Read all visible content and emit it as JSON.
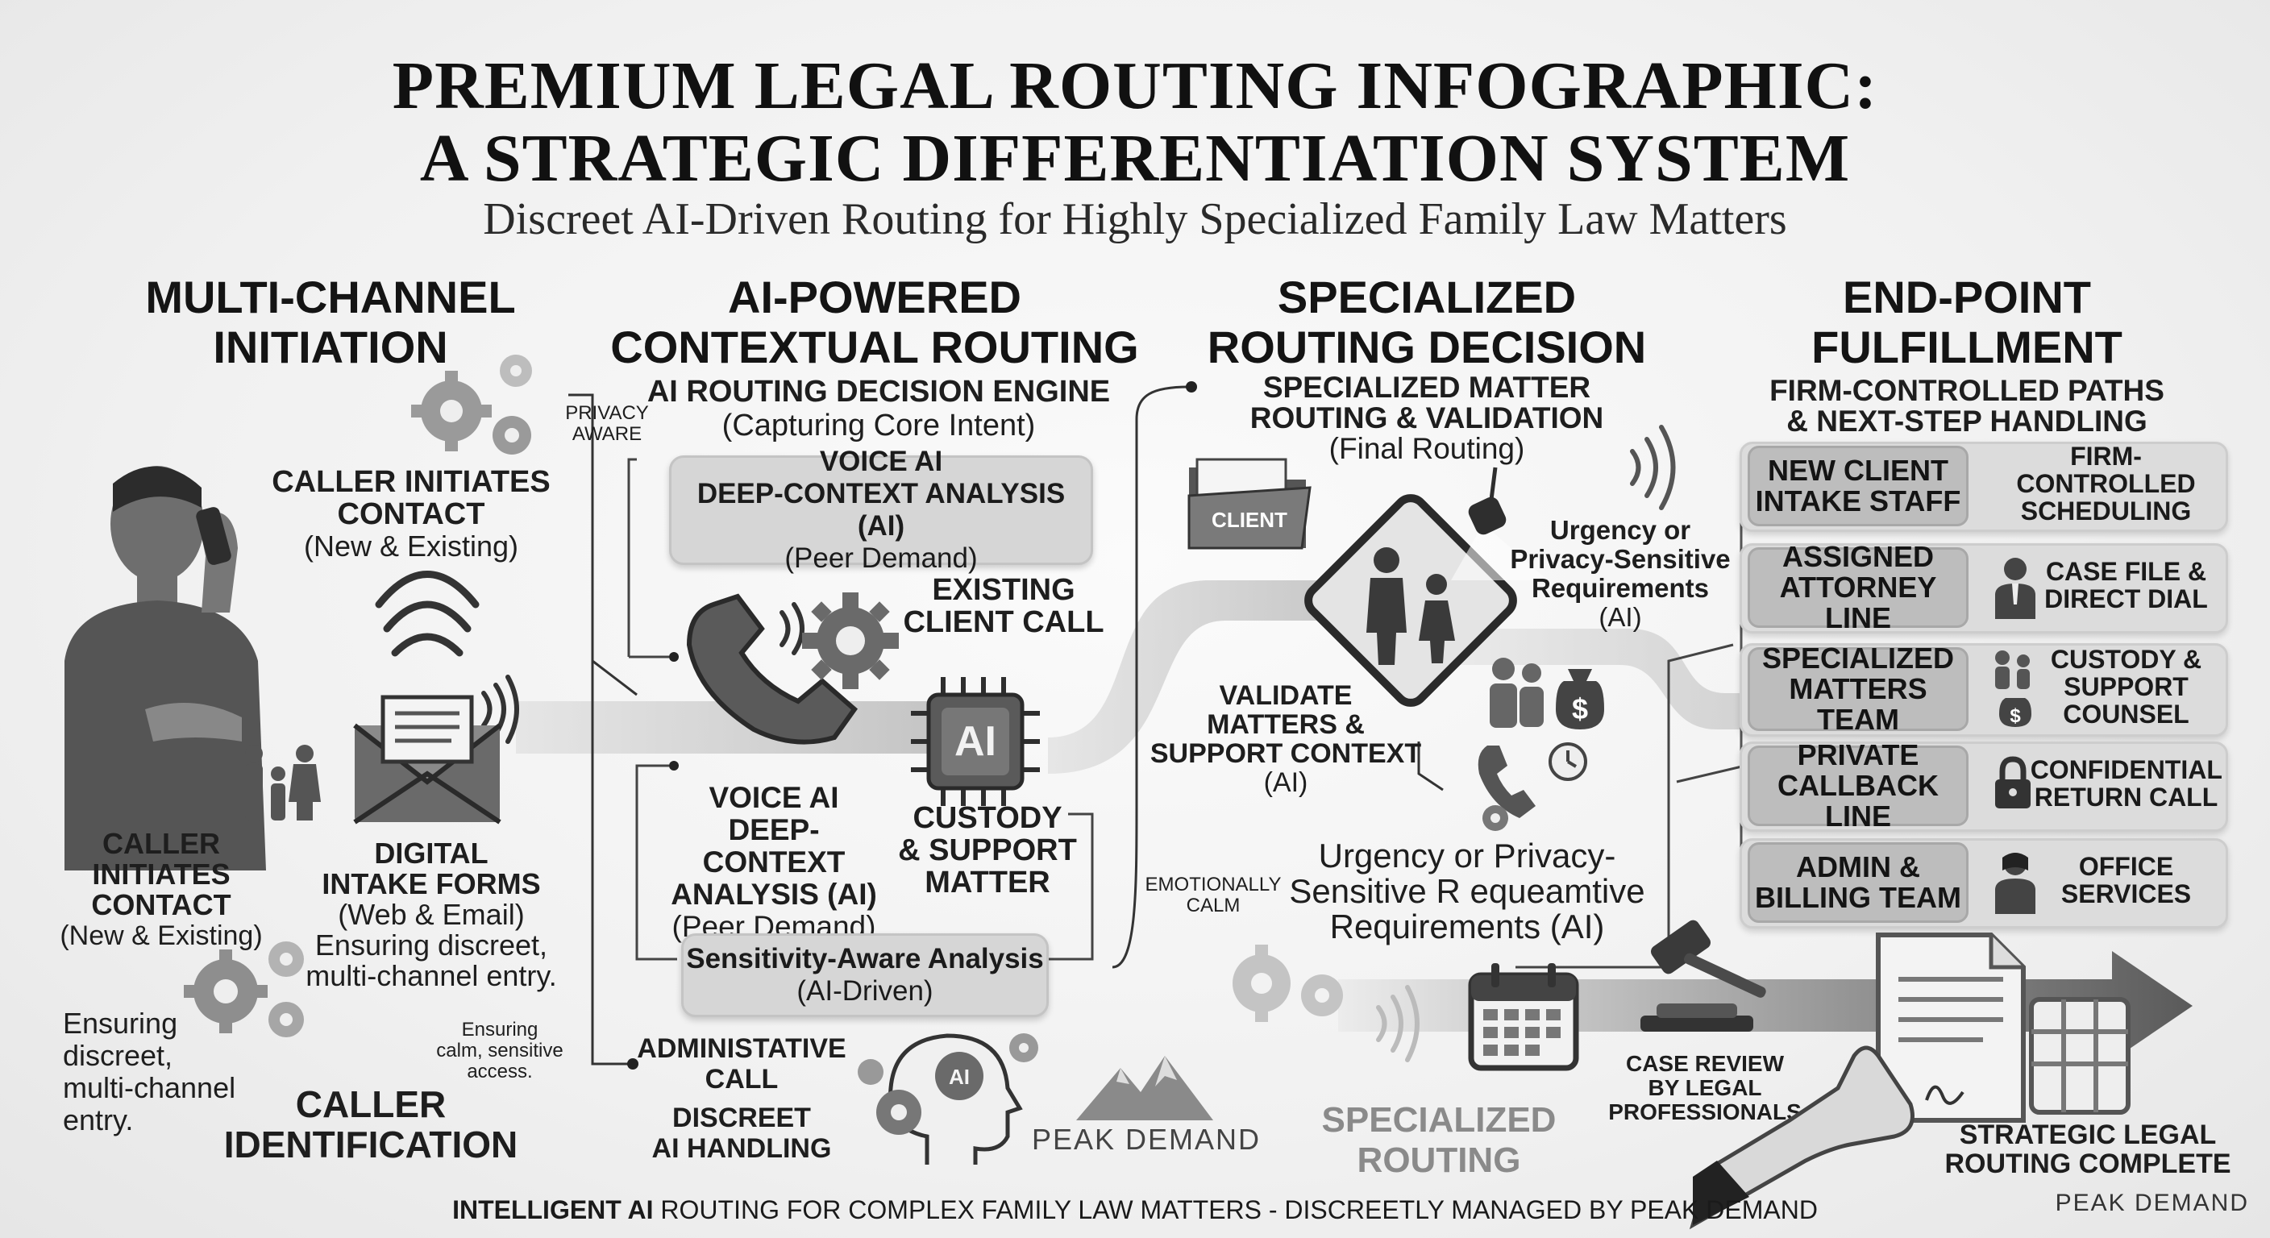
{
  "title": {
    "line1": "PREMIUM LEGAL ROUTING INFOGRAPHIC:",
    "line2": "A STRATEGIC DIFFERENTIATION SYSTEM",
    "subtitle": "Discreet AI-Driven Routing for Highly Specialized Family Law Matters"
  },
  "columns": {
    "c1": {
      "l1": "MULTI-CHANNEL",
      "l2": "INITIATION"
    },
    "c2": {
      "l1": "AI-POWERED",
      "l2": "CONTEXTUAL ROUTING"
    },
    "c3": {
      "l1": "SPECIALIZED",
      "l2": "ROUTING DECISION"
    },
    "c4": {
      "l1": "END-POINT",
      "l2": "FULFILLMENT"
    }
  },
  "col1": {
    "privacy_l1": "PRIVACY",
    "privacy_l2": "AWARE",
    "caller_top_l1": "CALLER INITIATES",
    "caller_top_l2": "CONTACT",
    "caller_top_sub": "(New & Existing)",
    "caller_bot_l1": "CALLER INITIATES",
    "caller_bot_l2": "CONTACT",
    "caller_bot_sub": "(New & Existing)",
    "digital_l1": "DIGITAL",
    "digital_l2": "INTAKE FORMS",
    "digital_sub": "(Web & Email)",
    "ensuring_l1": "Ensuring discreet,",
    "ensuring_l2": "multi-channel entry.",
    "left_l1": "Ensuring",
    "left_l2": "discreet,",
    "left_l3": "multi-channel",
    "left_l4": "entry.",
    "calm_l1": "Ensuring",
    "calm_l2": "calm, sensitive",
    "calm_l3": "access.",
    "caller_id_l1": "CALLER",
    "caller_id_l2": "IDENTIFICATION"
  },
  "col2": {
    "engine_l1": "AI ROUTING DECISION ENGINE",
    "engine_l2": "(Capturing Core Intent)",
    "voice1_l1": "VOICE AI",
    "voice1_l2": "DEEP-CONTEXT ANALYSIS (AI)",
    "voice1_l3": "(Peer Demand)",
    "existing_l1": "EXISTING",
    "existing_l2": "CLIENT CALL",
    "ai_chip": "AI",
    "voice2_l1": "VOICE AI",
    "voice2_l2": "DEEP-CONTEXT",
    "voice2_l3": "ANALYSIS (AI)",
    "voice2_l4": "(Peer Demand)",
    "custody_l1": "CUSTODY",
    "custody_l2": "& SUPPORT",
    "custody_l3": "MATTER",
    "sensitivity_l1": "Sensitivity-Aware Analysis",
    "sensitivity_l2": "(AI-Driven)",
    "admin_l1": "ADMINISTATIVE",
    "admin_l2": "CALL",
    "discreet_l1": "DISCREET",
    "discreet_l2": "AI HANDLING",
    "head_ai": "AI",
    "logo": "PEAK DEMAND"
  },
  "col3": {
    "spec_l1": "SPECIALIZED MATTER",
    "spec_l2": "ROUTING & VALIDATION",
    "spec_l3": "(Final Routing)",
    "client_folder": "CLIENT",
    "urgency_l1": "Urgency or",
    "urgency_l2": "Privacy-Sensitive",
    "urgency_l3": "Requirements",
    "urgency_l4": "(AI)",
    "validate_l1": "VALIDATE",
    "validate_l2": "MATTERS &",
    "validate_l3": "SUPPORT CONTEXT",
    "validate_l4": "(AI)",
    "emo_l1": "EMOTIONALLY",
    "emo_l2": "CALM",
    "urgency2_l1": "Urgency or Privacy-",
    "urgency2_l2": "Sensitive R equeamtive",
    "urgency2_l3": "Requirements (AI)",
    "spec_routing_l1": "SPECIALIZED",
    "spec_routing_l2": "ROUTING"
  },
  "col4": {
    "sub_l1": "FIRM-CONTROLLED PATHS",
    "sub_l2": "& NEXT-STEP HANDLING",
    "rows": [
      {
        "left": "NEW CLIENT INTAKE STAFF",
        "right": "FIRM-CONTROLLED SCHEDULING",
        "icon": "calendar-icon"
      },
      {
        "left": "ASSIGNED ATTORNEY LINE",
        "right": "CASE FILE & DIRECT DIAL",
        "icon": "attorney-icon"
      },
      {
        "left": "SPECIALIZED MATTERS TEAM",
        "right": "CUSTODY & SUPPORT COUNSEL",
        "icon": "family-money-icon"
      },
      {
        "left": "PRIVATE CALLBACK LINE",
        "right": "CONFIDENTIAL RETURN CALL",
        "icon": "lock-icon"
      },
      {
        "left": "ADMIN & BILLING TEAM",
        "right": "OFFICE SERVICES",
        "icon": "office-staff-icon"
      }
    ],
    "case_l1": "CASE REVIEW",
    "case_l2": "BY LEGAL",
    "case_l3": "PROFESSIONALS",
    "complete_l1": "STRATEGIC LEGAL",
    "complete_l2": "ROUTING COMPLETE",
    "logo": "PEAK DEMAND"
  },
  "footer": {
    "bold": "INTELLIGENT AI",
    "rest": " ROUTING FOR COMPLEX FAMILY LAW MATTERS - DISCREETLY MANAGED BY PEAK DEMAND"
  },
  "colors": {
    "ink": "#1b1b1b",
    "panel": "#d6d6d6",
    "dark": "#4a4a4a",
    "flow": "#c8c8c8"
  }
}
